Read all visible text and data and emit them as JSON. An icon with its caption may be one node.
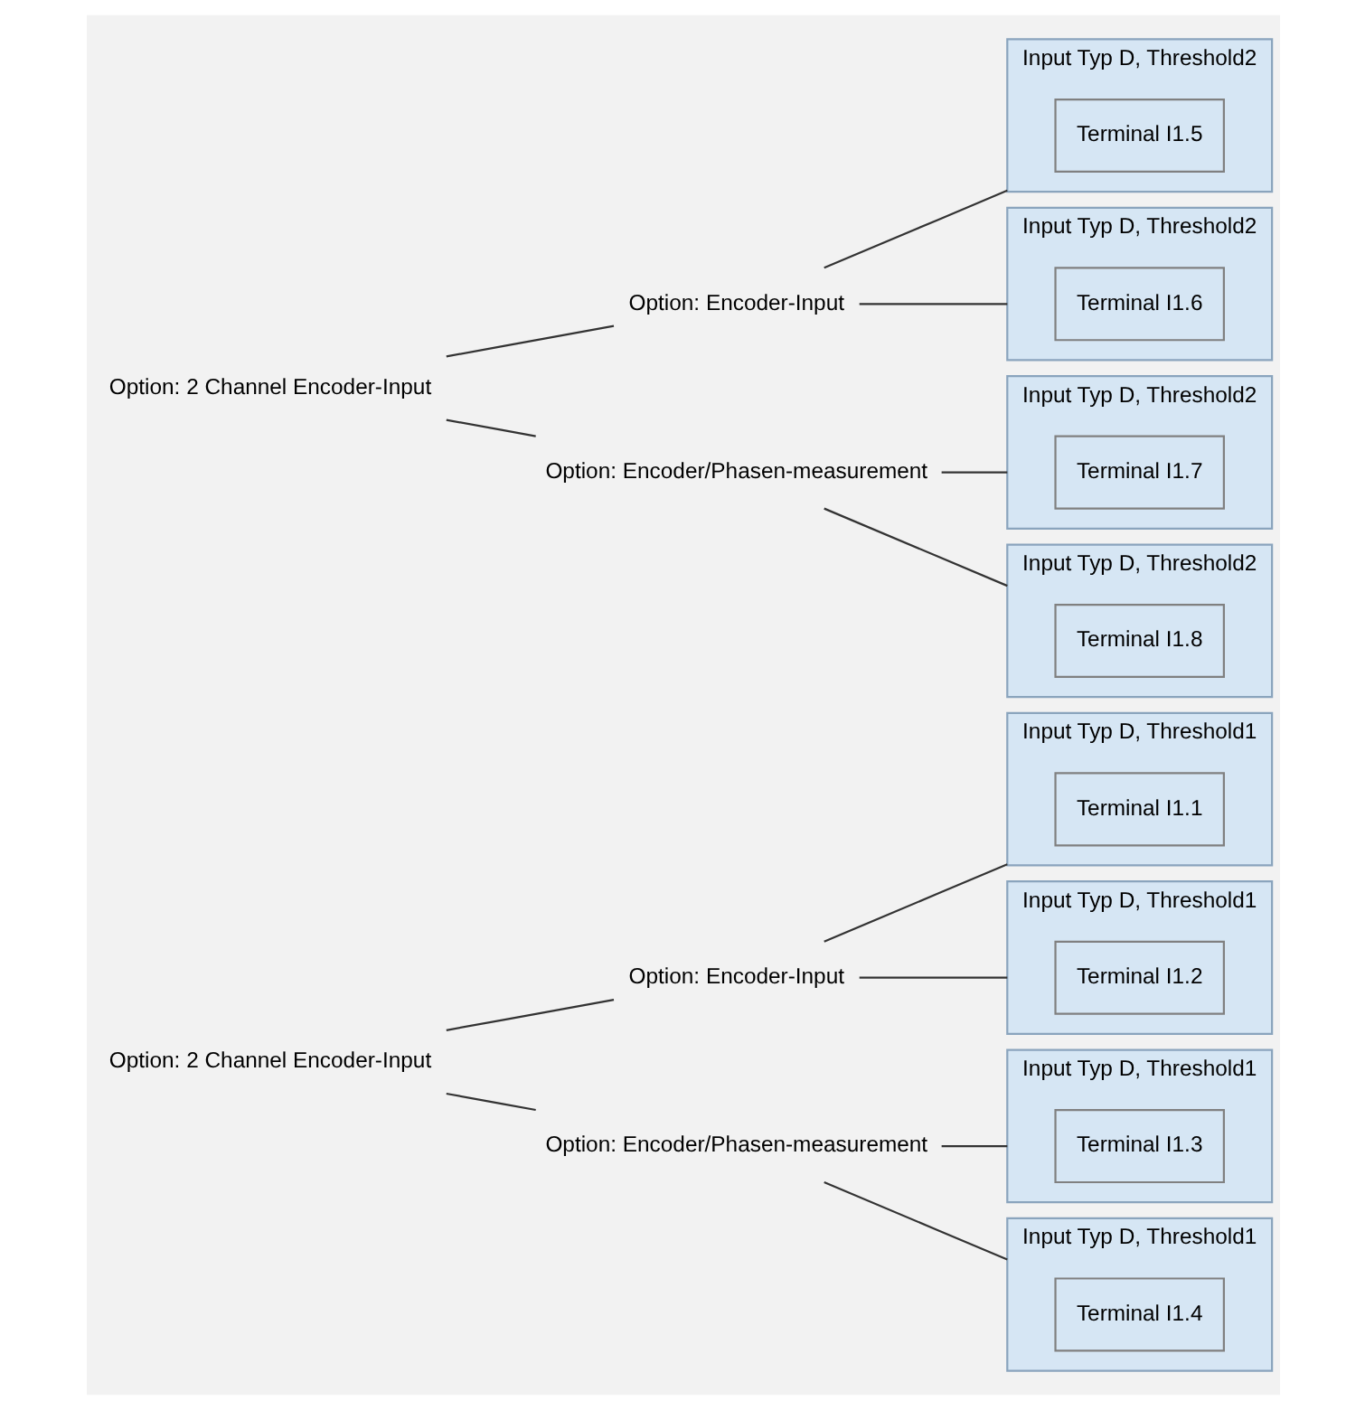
{
  "diagram": {
    "nodes": [
      {
        "text": [
          "Option: 2 Channel Encoder-Input"
        ]
      },
      {
        "text": [
          "Option: Encoder-Input"
        ]
      },
      {
        "text": [
          "Input Typ D, Threshold1"
        ]
      },
      {
        "text": [
          "Terminal I1.1"
        ],
        "in": 2
      },
      {
        "text": [
          "Input Typ D, Threshold1"
        ]
      },
      {
        "text": [
          "Terminal I1.2"
        ],
        "in": 4
      },
      {
        "text": [
          "Option: Encoder/Phasen-measurement"
        ]
      },
      {
        "text": [
          "Input Typ D, Threshold1"
        ]
      },
      {
        "text": [
          "Terminal I1.3"
        ],
        "in": 7
      },
      {
        "text": [
          "Input Typ D, Threshold1"
        ]
      },
      {
        "text": [
          "Terminal I1.4"
        ],
        "in": 9
      },
      {
        "text": [
          "Option: 2 Channel Encoder-Input"
        ]
      },
      {
        "text": [
          "Option: Encoder-Input"
        ]
      },
      {
        "text": [
          "Input Typ D, Threshold2"
        ]
      },
      {
        "text": [
          "Terminal I1.5"
        ],
        "in": 13
      },
      {
        "text": [
          "Input Typ D, Threshold2"
        ]
      },
      {
        "text": [
          "Terminal I1.6"
        ],
        "in": 15
      },
      {
        "text": [
          "Option: Encoder/Phasen-measurement"
        ]
      },
      {
        "text": [
          "Input Typ D, Threshold2"
        ]
      },
      {
        "text": [
          "Terminal I1.7"
        ],
        "in": 18
      },
      {
        "text": [
          "Input Typ D, Threshold2"
        ]
      },
      {
        "text": [
          "Terminal I1.8"
        ],
        "in": 20
      }
    ],
    "edges": [
      {
        "from": 0,
        "to": 1,
        "arrow": "none"
      },
      {
        "from": 0,
        "to": 6,
        "arrow": "none"
      },
      {
        "from": 1,
        "to": 2,
        "arrow": "none"
      },
      {
        "from": 1,
        "to": 4,
        "arrow": "none"
      },
      {
        "from": 6,
        "to": 7,
        "arrow": "none"
      },
      {
        "from": 6,
        "to": 9,
        "arrow": "none"
      },
      {
        "from": 11,
        "to": 12,
        "arrow": "none"
      },
      {
        "from": 11,
        "to": 17,
        "arrow": "none"
      },
      {
        "from": 12,
        "to": 13,
        "arrow": "none"
      },
      {
        "from": 12,
        "to": 15,
        "arrow": "none"
      },
      {
        "from": 17,
        "to": 18,
        "arrow": "none"
      },
      {
        "from": 17,
        "to": 20,
        "arrow": "none"
      }
    ]
  }
}
